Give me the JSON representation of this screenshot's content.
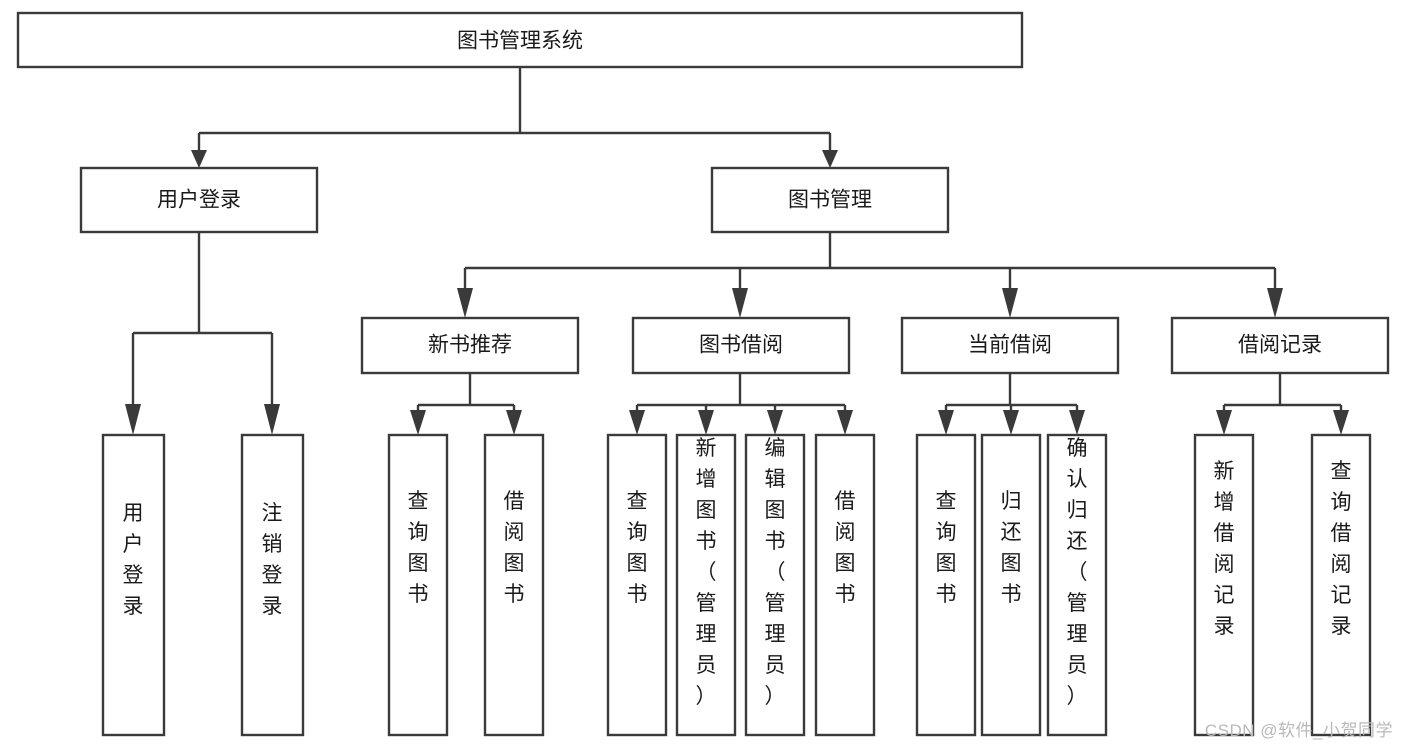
{
  "diagram": {
    "title": "图书管理系统",
    "type": "tree",
    "watermark": "CSDN @软件_小贺同学",
    "colors": {
      "stroke": "#3a3a3a",
      "fill": "#ffffff",
      "text": "#1a1a1a",
      "watermark": "#b9b9b9"
    },
    "levels": {
      "root": {
        "label": "图书管理系统"
      },
      "level2": [
        {
          "label": "用户登录"
        },
        {
          "label": "图书管理"
        }
      ],
      "level3": [
        {
          "label": "新书推荐"
        },
        {
          "label": "图书借阅"
        },
        {
          "label": "当前借阅"
        },
        {
          "label": "借阅记录"
        }
      ],
      "leaves": [
        {
          "label": "用户登录",
          "parent": "用户登录"
        },
        {
          "label": "注销登录",
          "parent": "用户登录"
        },
        {
          "label": "查询图书",
          "parent": "新书推荐"
        },
        {
          "label": "借阅图书",
          "parent": "新书推荐"
        },
        {
          "label": "查询图书",
          "parent": "图书借阅"
        },
        {
          "label": "新增图书（管理员）",
          "parent": "图书借阅"
        },
        {
          "label": "编辑图书（管理员）",
          "parent": "图书借阅"
        },
        {
          "label": "借阅图书",
          "parent": "图书借阅"
        },
        {
          "label": "查询图书",
          "parent": "当前借阅"
        },
        {
          "label": "归还图书",
          "parent": "当前借阅"
        },
        {
          "label": "确认归还（管理员）",
          "parent": "当前借阅"
        },
        {
          "label": "新增借阅记录",
          "parent": "借阅记录"
        },
        {
          "label": "查询借阅记录",
          "parent": "借阅记录"
        }
      ]
    }
  }
}
